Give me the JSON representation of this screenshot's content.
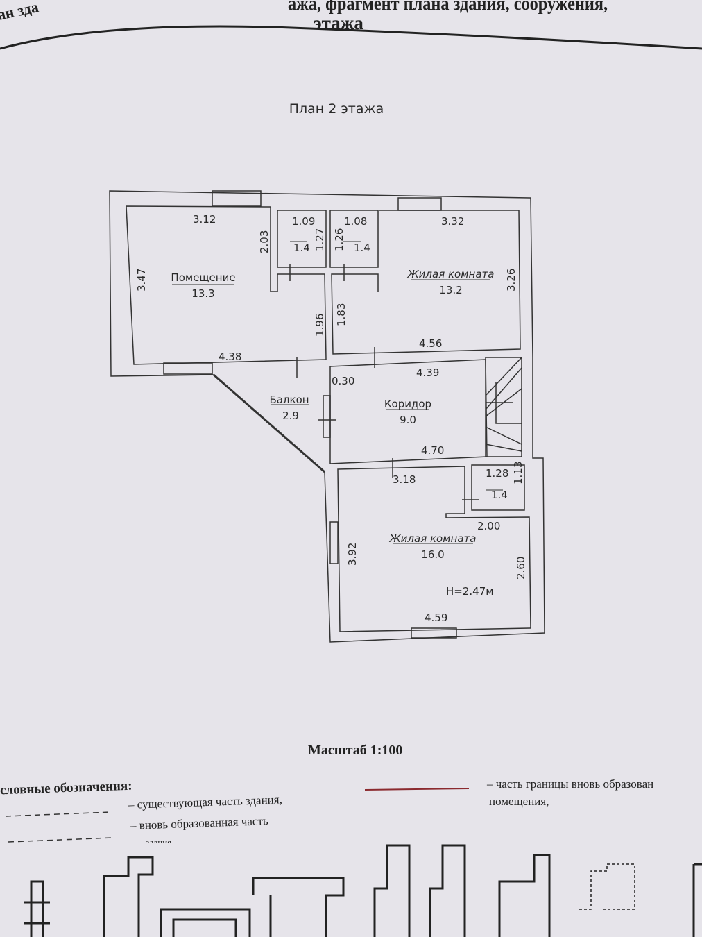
{
  "header": {
    "left_fragment": "ан зда",
    "title_line1": "ажа, фрагмент плана здания, сооружения,",
    "title_line2": "этажа"
  },
  "plan": {
    "title": "План 2 этажа",
    "rooms": {
      "room_pomeshchenie": {
        "name": "Помещение",
        "area": "13.3",
        "dims": [
          "3.12",
          "3.47",
          "2.03",
          "1.96",
          "4.38"
        ]
      },
      "wc1": {
        "top": "1.09",
        "area": "1.4",
        "side": "1.27"
      },
      "wc2": {
        "top": "1.08",
        "area": "1.4",
        "side": "1.26"
      },
      "living1": {
        "name": "Жилая комната",
        "area": "13.2",
        "dims": [
          "3.32",
          "3.26",
          "1.83",
          "4.56"
        ]
      },
      "balcony": {
        "name": "Балкон",
        "area": "2.9"
      },
      "corridor": {
        "name": "Коридор",
        "area": "9.0",
        "dims": [
          "0.30",
          "4.39",
          "4.70"
        ]
      },
      "small": {
        "top": "1.28",
        "area": "1.4",
        "side": "1.13"
      },
      "living2": {
        "name": "Жилая комната",
        "area": "16.0",
        "dims": [
          "3.18",
          "2.00",
          "3.92",
          "2.60",
          "4.59"
        ],
        "height": "H=2.47м"
      }
    }
  },
  "scale": "Масштаб 1:100",
  "legend": {
    "title": "словные обозначения:",
    "items": [
      "– существующая часть здания,",
      "– вновь образованная часть",
      "здания"
    ],
    "right_item_line1": "– часть границы вновь образован",
    "right_item_line2": "помещения,",
    "red_line_color": "#8b2a2f"
  }
}
